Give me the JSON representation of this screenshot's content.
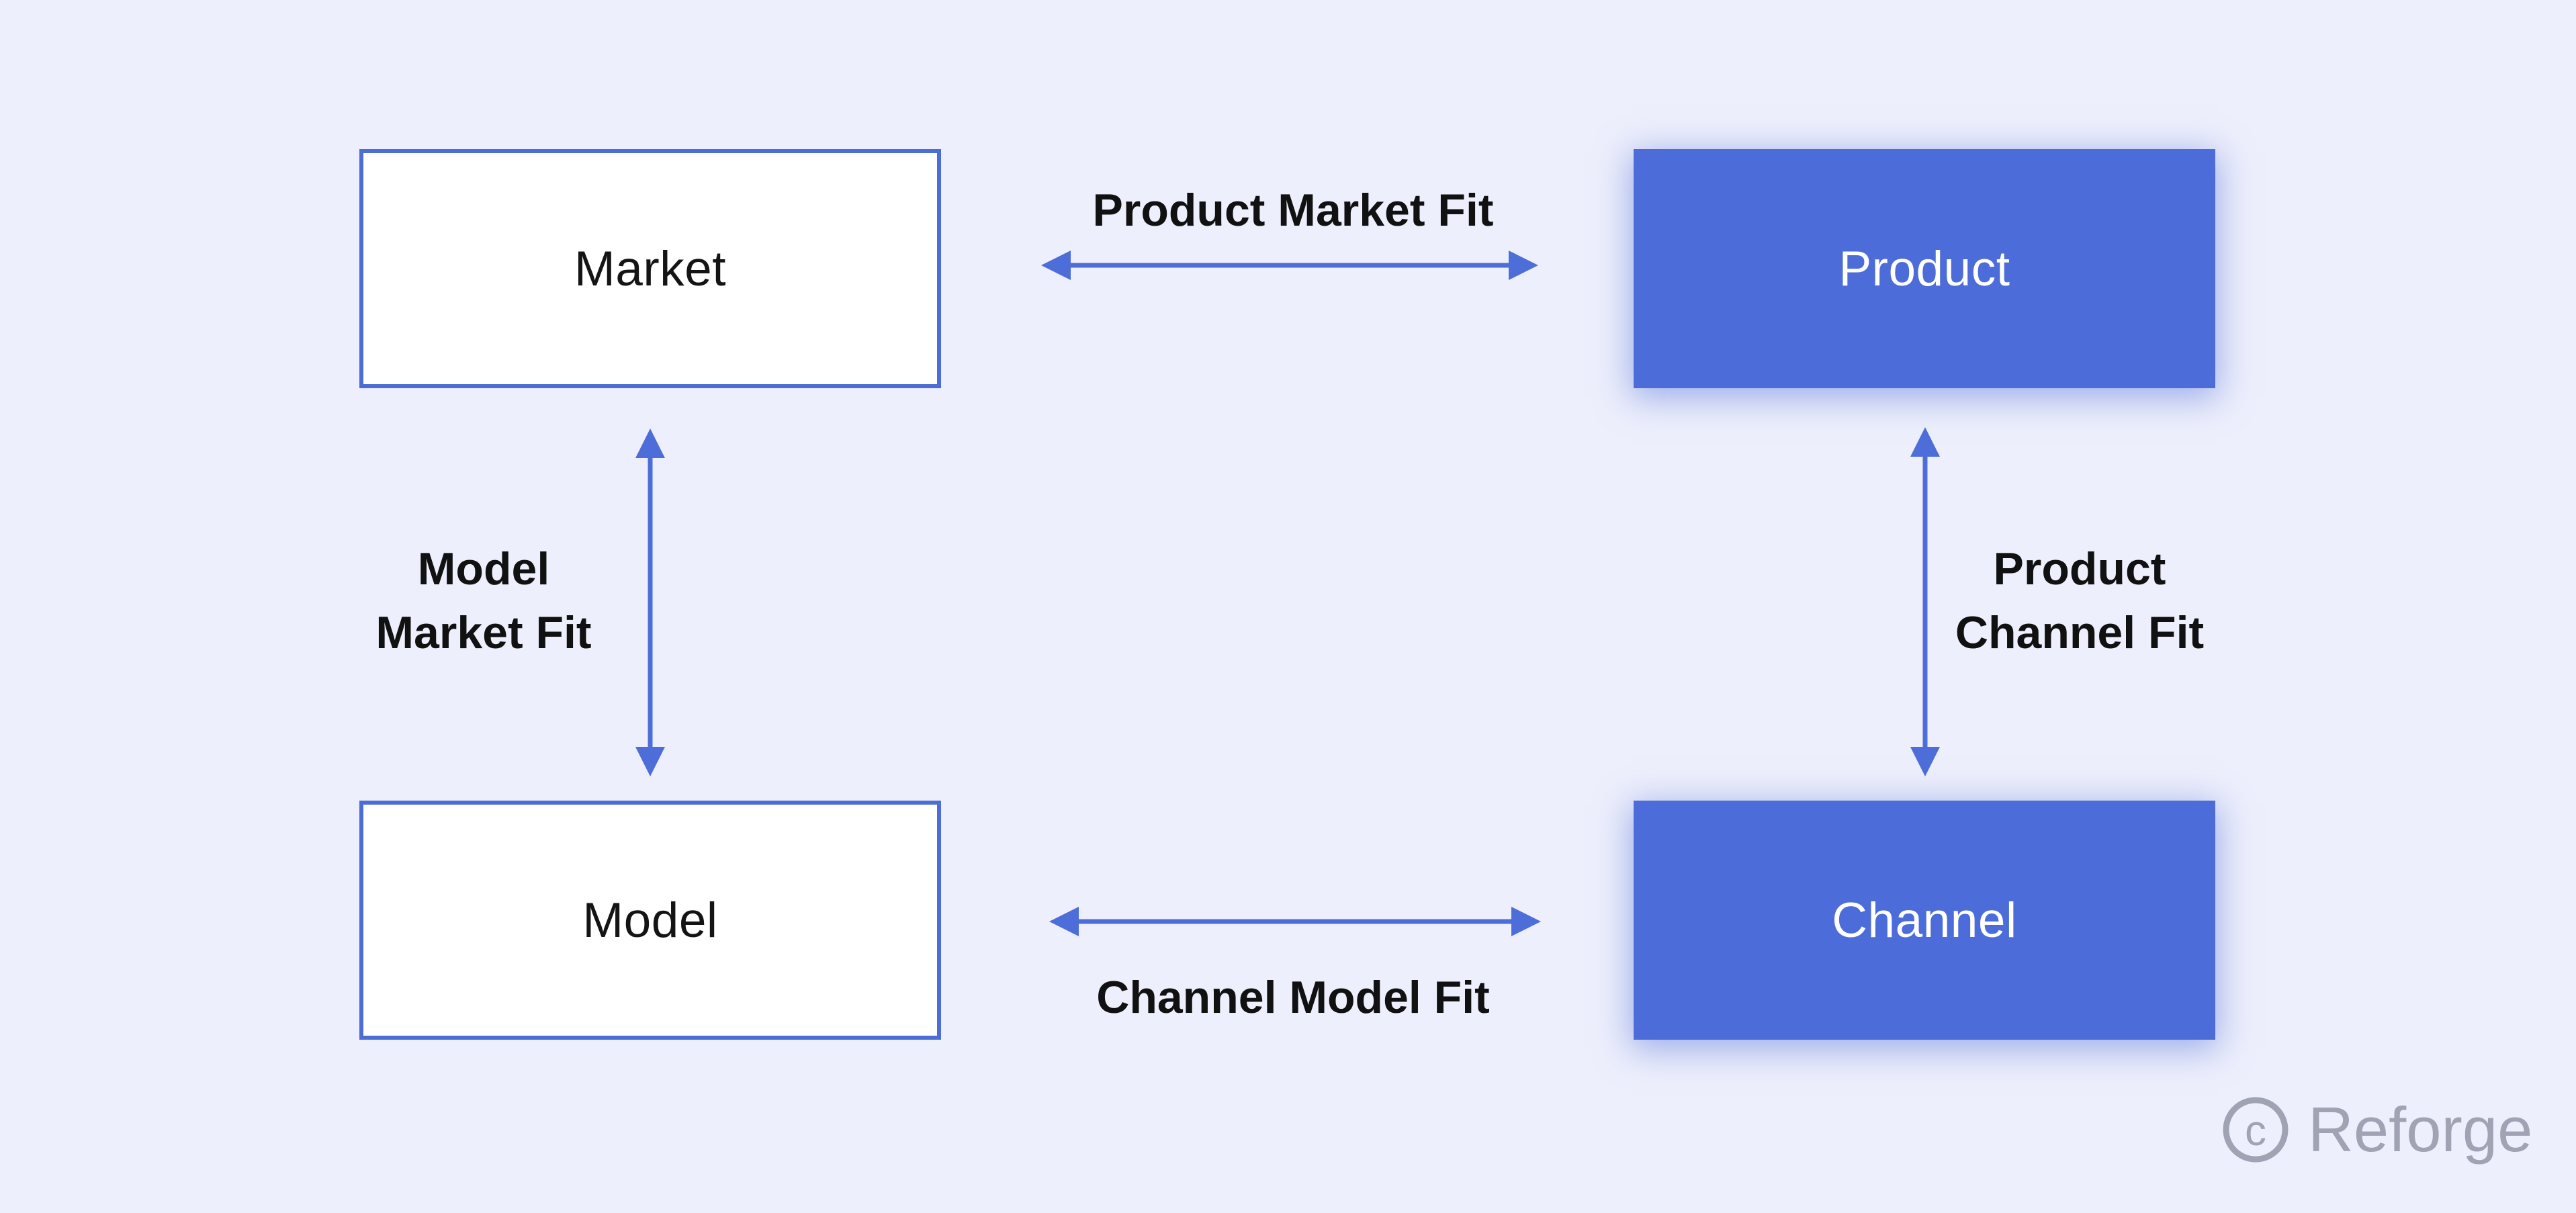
{
  "diagram": {
    "nodes": {
      "market": {
        "label": "Market",
        "variant": "outline"
      },
      "product": {
        "label": "Product",
        "variant": "filled"
      },
      "model": {
        "label": "Model",
        "variant": "outline"
      },
      "channel": {
        "label": "Channel",
        "variant": "filled"
      }
    },
    "edges": {
      "product_market": {
        "label": "Product Market Fit",
        "lines": [
          "Product Market Fit"
        ],
        "from": "Market",
        "to": "Product",
        "direction": "bidirectional"
      },
      "model_market": {
        "label": "Model Market Fit",
        "lines": [
          "Model",
          "Market Fit"
        ],
        "from": "Market",
        "to": "Model",
        "direction": "bidirectional"
      },
      "product_channel": {
        "label": "Product Channel Fit",
        "lines": [
          "Product",
          "Channel Fit"
        ],
        "from": "Product",
        "to": "Channel",
        "direction": "bidirectional"
      },
      "channel_model": {
        "label": "Channel Model Fit",
        "lines": [
          "Channel Model Fit"
        ],
        "from": "Model",
        "to": "Channel",
        "direction": "bidirectional"
      }
    },
    "colors": {
      "background": "#EDEFFC",
      "arrow": "#4D6DD8",
      "box_border": "#4C6CD6",
      "box_fill": "#4C6CD9",
      "box_label_dark": "#141414",
      "box_label_light": "#FFFFFF",
      "edge_label": "#111111",
      "watermark": "#9FA3B3"
    }
  },
  "watermark": {
    "icon": "copyright-icon",
    "icon_letter": "c",
    "text": "Reforge"
  }
}
